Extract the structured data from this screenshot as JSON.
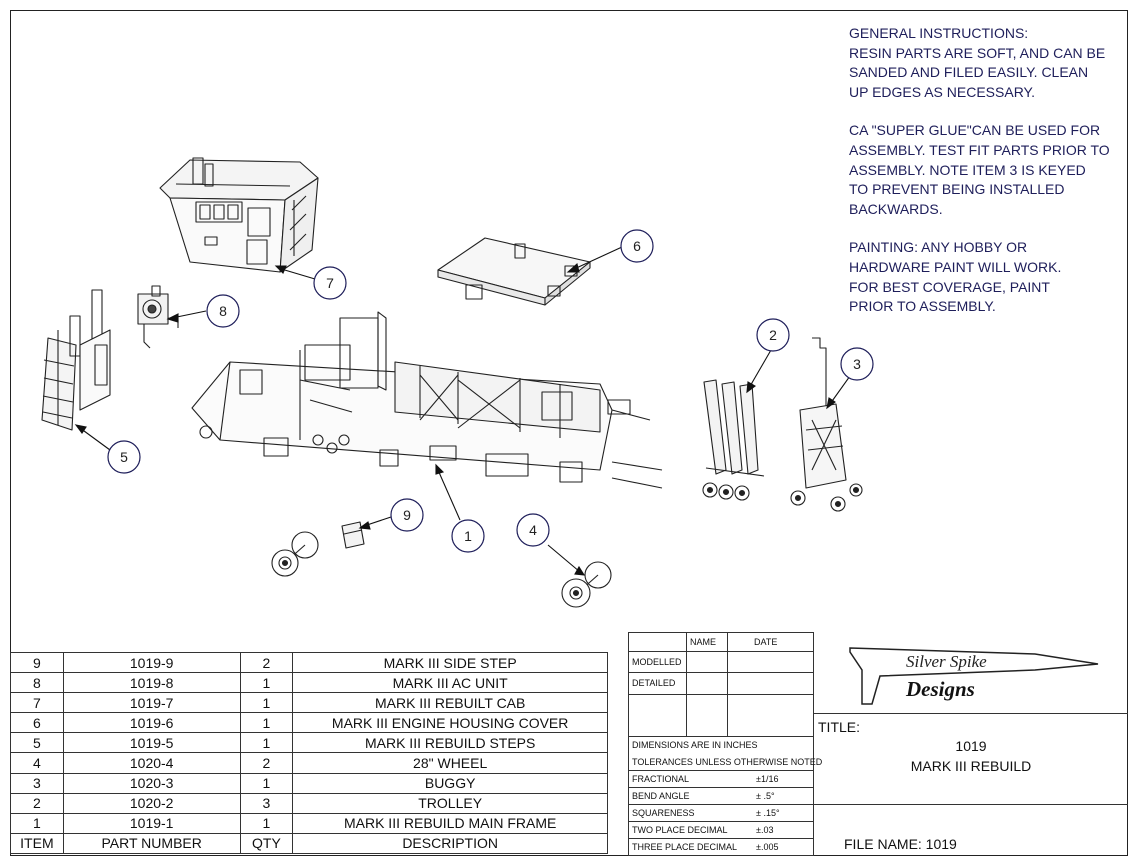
{
  "general_instructions": {
    "heading": "GENERAL INSTRUCTIONS:",
    "paragraphs": [
      [
        "RESIN PARTS ARE SOFT, AND CAN BE",
        "SANDED AND FILED EASILY.  CLEAN",
        "UP EDGES AS NECESSARY."
      ],
      [
        "CA \"SUPER GLUE\"CAN BE USED FOR",
        "ASSEMBLY. TEST FIT PARTS PRIOR TO",
        "ASSEMBLY.  NOTE ITEM 3 IS KEYED",
        "TO PREVENT BEING INSTALLED",
        "BACKWARDS."
      ],
      [
        "PAINTING:  ANY HOBBY OR",
        "HARDWARE PAINT WILL WORK.",
        "FOR BEST COVERAGE, PAINT",
        "PRIOR TO ASSEMBLY."
      ]
    ]
  },
  "callouts": [
    "1",
    "2",
    "3",
    "4",
    "5",
    "6",
    "7",
    "8",
    "9"
  ],
  "bom": {
    "headers": {
      "item": "ITEM",
      "part": "PART NUMBER",
      "qty": "QTY",
      "desc": "DESCRIPTION"
    },
    "rows": [
      {
        "item": "9",
        "part": "1019-9",
        "qty": "2",
        "desc": "MARK III SIDE STEP"
      },
      {
        "item": "8",
        "part": "1019-8",
        "qty": "1",
        "desc": "MARK III AC UNIT"
      },
      {
        "item": "7",
        "part": "1019-7",
        "qty": "1",
        "desc": "MARK III REBUILT CAB"
      },
      {
        "item": "6",
        "part": "1019-6",
        "qty": "1",
        "desc": "MARK III ENGINE HOUSING COVER"
      },
      {
        "item": "5",
        "part": "1019-5",
        "qty": "1",
        "desc": "MARK III REBUILD STEPS"
      },
      {
        "item": "4",
        "part": "1020-4",
        "qty": "2",
        "desc": "28\" WHEEL"
      },
      {
        "item": "3",
        "part": "1020-3",
        "qty": "1",
        "desc": "BUGGY"
      },
      {
        "item": "2",
        "part": "1020-2",
        "qty": "3",
        "desc": "TROLLEY"
      },
      {
        "item": "1",
        "part": "1019-1",
        "qty": "1",
        "desc": "MARK III REBUILD MAIN FRAME"
      }
    ]
  },
  "title_block": {
    "col_name": "NAME",
    "col_date": "DATE",
    "modelled": "MODELLED",
    "detailed": "DETAILED",
    "dims_line1": "DIMENSIONS ARE IN INCHES",
    "dims_line2": "TOLERANCES UNLESS OTHERWISE NOTED",
    "tolerances": [
      {
        "label": "FRACTIONAL",
        "value": "±1/16"
      },
      {
        "label": "BEND ANGLE",
        "value": "± .5°"
      },
      {
        "label": "SQUARENESS",
        "value": "± .15°"
      },
      {
        "label": "TWO PLACE DECIMAL",
        "value": "±.03"
      },
      {
        "label": "THREE PLACE DECIMAL",
        "value": "±.005"
      }
    ],
    "logo_line1": "Silver Spike",
    "logo_line2": "Designs",
    "title_label": "TITLE:",
    "title_number": "1019",
    "title_name": "MARK III REBUILD",
    "file_name": "FILE NAME: 1019"
  }
}
